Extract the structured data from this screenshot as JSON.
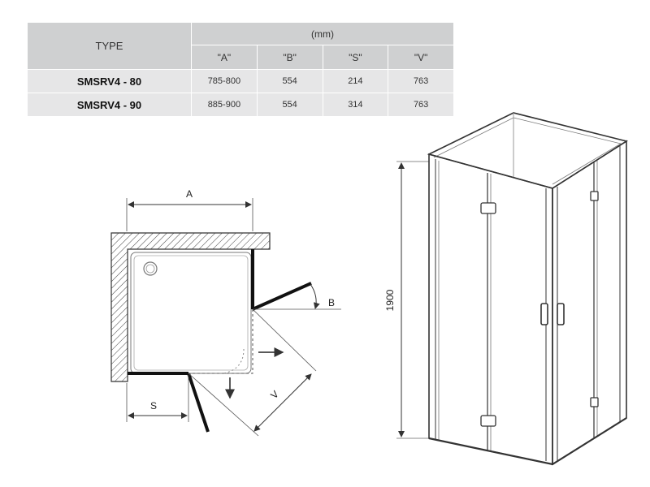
{
  "table": {
    "type_header": "TYPE",
    "unit_header": "(mm)",
    "columns": [
      "\"A\"",
      "\"B\"",
      "\"S\"",
      "\"V\""
    ],
    "rows": [
      {
        "model": "SMSRV4 - 80",
        "values": [
          "785-800",
          "554",
          "214",
          "763"
        ]
      },
      {
        "model": "SMSRV4 - 90",
        "values": [
          "885-900",
          "554",
          "314",
          "763"
        ]
      }
    ]
  },
  "plan_view": {
    "label_a": "A",
    "label_b": "B",
    "label_s": "S",
    "label_v": "V"
  },
  "elevation_view": {
    "height_label": "1900"
  }
}
